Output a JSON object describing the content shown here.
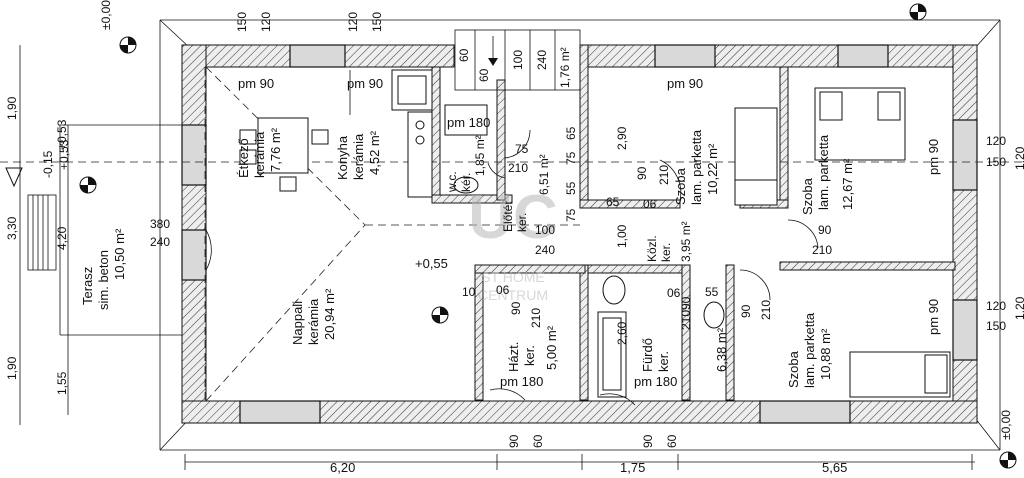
{
  "rooms": [
    {
      "name": "Étkező",
      "floor": "kerámia",
      "area": "7,76 m²"
    },
    {
      "name": "Konyha",
      "floor": "kerámia",
      "area": "4,52 m²"
    },
    {
      "name": "Terasz",
      "floor": "sim. beton",
      "area": "10,50 m²"
    },
    {
      "name": "Nappali",
      "floor": "kerámia",
      "area": "20,94 m²"
    },
    {
      "name": "w.c.",
      "floor": "kér.",
      "area": "1,85 m²"
    },
    {
      "name": "Előtér",
      "floor": "ker.",
      "area": "6,51 m²"
    },
    {
      "name": "Szoba",
      "floor": "lam. parketta",
      "area": "10,22 m²"
    },
    {
      "name": "Szoba",
      "floor": "lam. parketta",
      "area": "12,67 m²"
    },
    {
      "name": "Közl.",
      "floor": "ker.",
      "area": "3,95 m²"
    },
    {
      "name": "Házt.",
      "floor": "ker.",
      "area": "5,00 m²"
    },
    {
      "name": "Fürdő",
      "floor": "ker.",
      "area": "6,38 m²"
    },
    {
      "name": "Szoba",
      "floor": "lam. parketta",
      "area": "10,88 m²"
    }
  ],
  "parapet": {
    "p1": "pm 90",
    "p2": "pm 90",
    "p3": "pm 180",
    "p4": "pm 90",
    "p5": "pm 90",
    "p6": "pm 90",
    "p7": "pm 180",
    "p8": "pm 180"
  },
  "levels": {
    "l1": "±0,00",
    "l2": "+0,53",
    "l3": "+0,55",
    "l4": "±0,00",
    "l5": "-0,15"
  },
  "dims": {
    "top_150a": "150",
    "top_120a": "120",
    "top_150b": "150",
    "top_120b": "120",
    "bottom_620": "6,20",
    "bottom_175": "1,75",
    "bottom_565": "5,65",
    "b90a": "90",
    "b60a": "60",
    "b90b": "90",
    "b60b": "60",
    "left_190a": "1,90",
    "left_330": "3,30",
    "left_190b": "1,90",
    "left_420": "4,20",
    "left_155": "1,55",
    "left_053": "+0,53",
    "right_120a": "120",
    "right_150a": "150",
    "right_120b": "120",
    "right_150b": "150",
    "r120c": "1,20",
    "r120d": "1,20",
    "w380": "380",
    "w240": "240",
    "w100": "100",
    "w240b": "240",
    "stair_60": "60",
    "stair_60b": "60",
    "stair_100": "100",
    "stair_240": "240",
    "stair_176": "1,76 m²",
    "d290": "2,90",
    "d260": "2,60",
    "d100": "1,00",
    "d75a": "75",
    "d210a": "210",
    "d75b": "75",
    "d65": "65",
    "d55": "55",
    "d75c": "75",
    "d90a": "90",
    "d210b": "210",
    "d90b": "90",
    "d210c": "210",
    "d65b": "65",
    "d06a": "06",
    "d06b": "06",
    "d06c": "06",
    "d210d": "210",
    "d90c": "90",
    "d90d": "90",
    "d210e": "210",
    "d55b": "55",
    "d210f": "210",
    "d10": "10",
    "d90e": "90"
  },
  "watermark": {
    "mark": "UC",
    "line1": "ST HOME",
    "line2": "CENTRUM"
  }
}
